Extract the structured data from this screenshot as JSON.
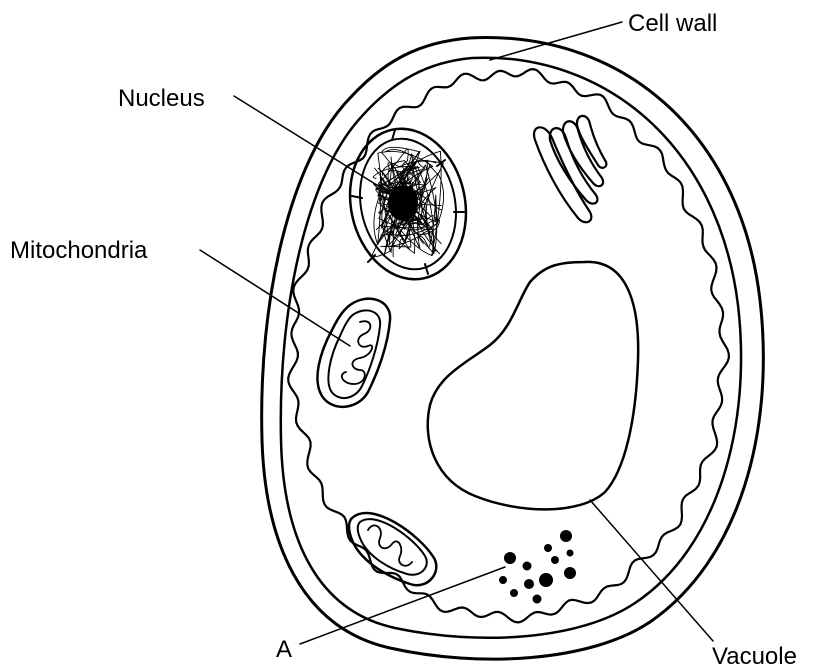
{
  "labels": {
    "cell_wall": "Cell wall",
    "nucleus": "Nucleus",
    "mitochondria": "Mitochondria",
    "a": "A",
    "vacuole": "Vacuole"
  }
}
